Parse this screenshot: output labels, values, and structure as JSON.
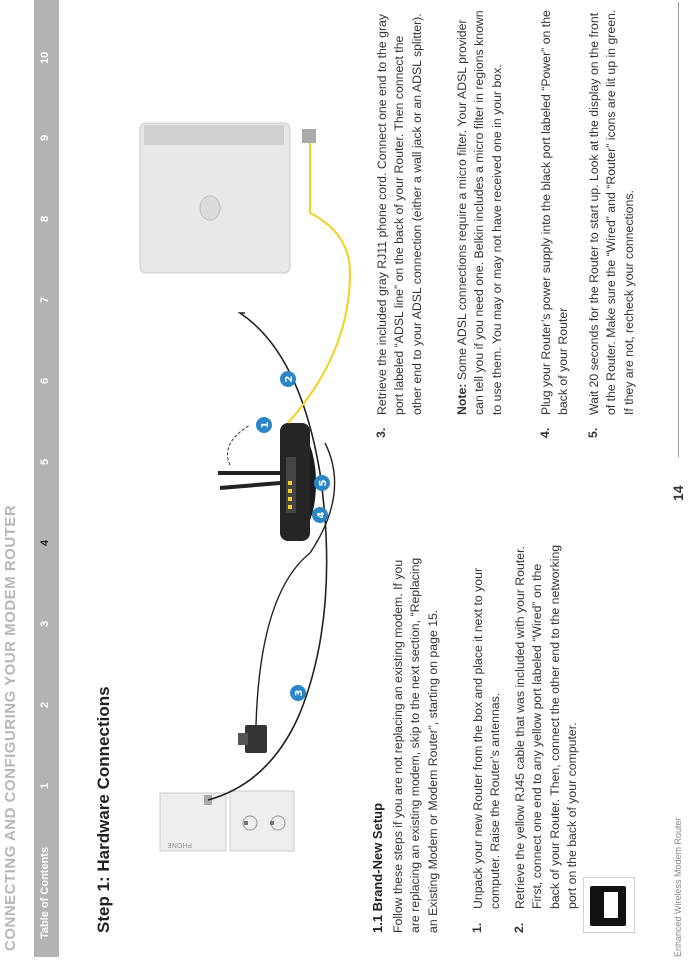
{
  "header": {
    "title": "CONNECTING AND CONFIGURING YOUR MODEM ROUTER"
  },
  "tabs": {
    "toc_label": "Table of Contents",
    "numbers": [
      "1",
      "2",
      "3",
      "4",
      "5",
      "6",
      "7",
      "8",
      "9",
      "10"
    ],
    "active_index": 3
  },
  "step": {
    "title": "Step 1: Hardware Connections"
  },
  "section": {
    "title": "1.1 Brand-New Setup",
    "intro": "Follow these steps if you are not replacing an existing modem. If you are replacing an existing modem, skip to the next section, “Replacing an Existing Modem or Modem Router”, starting on page 15."
  },
  "left_steps": [
    {
      "num": "1.",
      "text": "Unpack your new Router from the box and place it next to your computer. Raise the Router’s antennas."
    },
    {
      "num": "2.",
      "text": "Retrieve the yellow RJ45 cable that was included with your Router. First, connect one end to any yellow port labeled “Wired” on the back of your Router. Then, connect the other end to the networking port on the back of your computer."
    }
  ],
  "right_steps": [
    {
      "num": "3.",
      "text": "Retrieve the included gray RJ11 phone cord. Connect one end to the gray port labeled “ADSL line” on the back of your Router. Then connect the other end to your ADSL connection (either a wall jack or an ADSL splitter)."
    },
    {
      "num": "4.",
      "text": "Plug your Router’s power supply into the black port labeled “Power” on the back of your Router"
    },
    {
      "num": "5.",
      "text": "Wait 20 seconds for the Router to start up. Look at the display on the front of the Router. Make sure the “Wired” and “Router” icons are lit up in green. If they are not, recheck your connections."
    }
  ],
  "note": {
    "label": "Note:",
    "text": " Some ADSL connections require a micro filter. Your ADSL provider can tell you if you need one. Belkin includes a micro filter in regions known to use them. You may or may not have received one in your box."
  },
  "illustration": {
    "callouts": [
      "1",
      "2",
      "3",
      "4",
      "5"
    ],
    "wall_plate_text": "PHONE",
    "accent_color": "#2a86c6",
    "cable_yellow": "#f2d21b"
  },
  "footer": {
    "product": "Enhanced Wireless Modem Router",
    "page_number": "14"
  }
}
